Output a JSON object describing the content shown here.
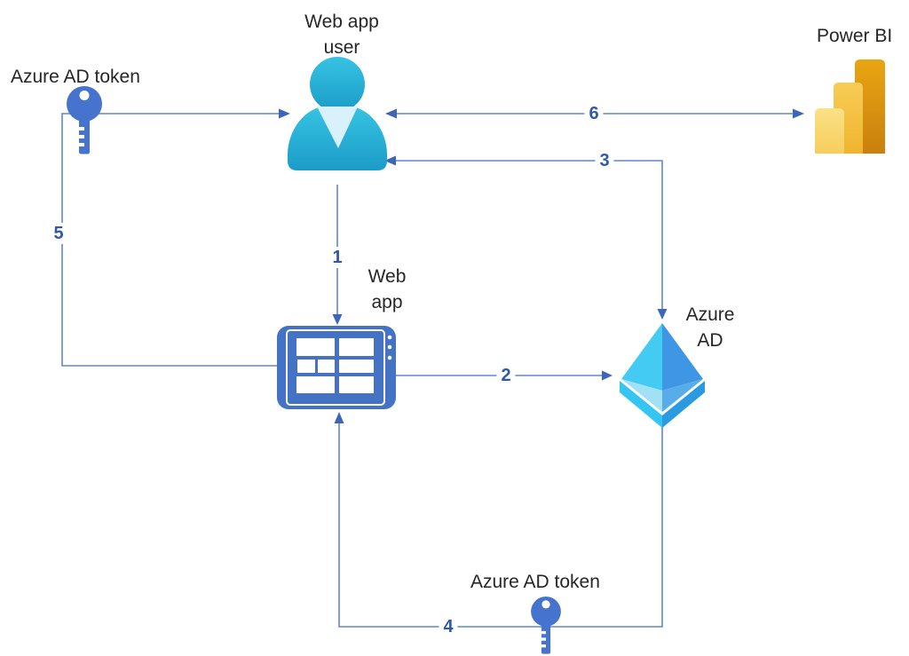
{
  "nodes": {
    "token_top": {
      "label": "Azure AD token",
      "icon": "key-icon"
    },
    "user": {
      "label": "Web app\nuser",
      "icon": "person-icon"
    },
    "power_bi": {
      "label": "Power BI",
      "icon": "powerbi-bars-icon"
    },
    "web_app": {
      "label": "Web\napp",
      "icon": "web-app-dashboard-icon"
    },
    "azure_ad": {
      "label": "Azure\nAD",
      "icon": "azure-ad-diamond-icon"
    },
    "token_bottom": {
      "label": "Azure AD token",
      "icon": "key-icon"
    }
  },
  "steps": [
    {
      "number": "1",
      "from": "Web app user",
      "to": "Web app",
      "bidirectional": false
    },
    {
      "number": "2",
      "from": "Web app",
      "to": "Azure AD",
      "bidirectional": false
    },
    {
      "number": "3",
      "from": "Web app user",
      "to": "Azure AD",
      "bidirectional": true
    },
    {
      "number": "4",
      "from": "Azure AD",
      "to": "Web app",
      "bidirectional": false
    },
    {
      "number": "5",
      "from": "Web app",
      "to": "Web app user",
      "bidirectional": false
    },
    {
      "number": "6",
      "from": "Web app user",
      "to": "Power BI",
      "bidirectional": true
    }
  ],
  "colors": {
    "connector": "#6186d3",
    "arrowhead": "#3e66b8",
    "step_number": "#2e59a8",
    "label_text": "#262626",
    "icon_blue": "#4472c4",
    "key_blue": "#4673cd",
    "user_top": "#36c3e3",
    "user_bottom": "#1b9cc8",
    "user_neck": "#d9f1fa",
    "aad_top_left": "#44cbf4",
    "aad_top_right": "#3e96e4",
    "aad_mid_left": "#a2e0f6",
    "aad_mid_right": "#58ade8",
    "aad_chevron_left": "#35c5f2",
    "aad_chevron_right": "#2a9be3",
    "pbi_back_top": "#e9a512",
    "pbi_back_bottom": "#c9800e",
    "pbi_mid_top": "#f8cc55",
    "pbi_mid_bottom": "#efb42e",
    "pbi_front_top": "#fae188",
    "pbi_front_bottom": "#f6ce5c"
  }
}
